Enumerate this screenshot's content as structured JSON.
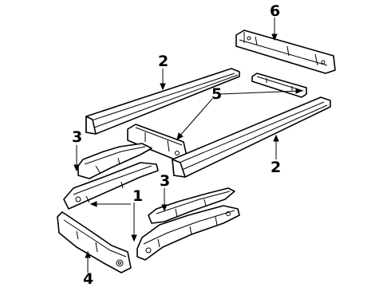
{
  "diagram": {
    "callouts": {
      "c1": "1",
      "c2_upper": "2",
      "c2_lower": "2",
      "c3_left": "3",
      "c3_right": "3",
      "c4": "4",
      "c5": "5",
      "c6": "6"
    }
  }
}
